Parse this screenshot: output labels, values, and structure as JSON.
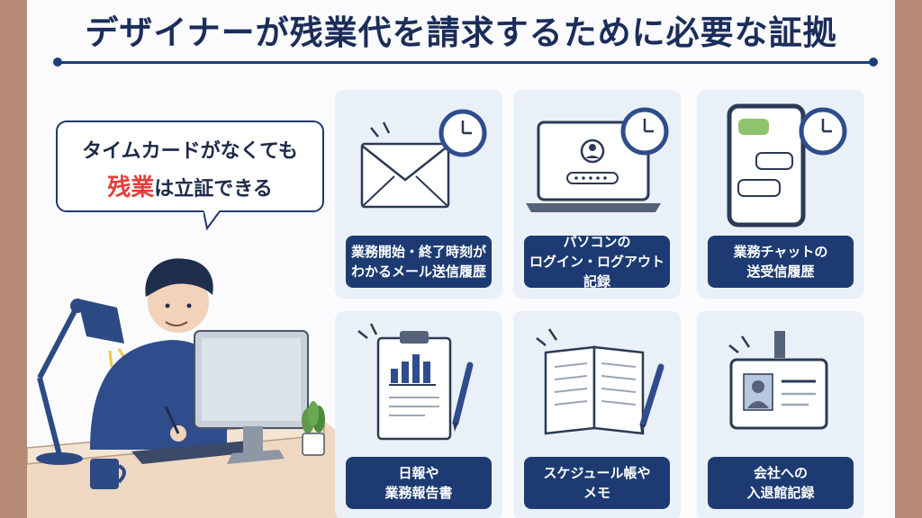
{
  "title": "デザイナーが残業代を請求するために必要な証拠",
  "bubble": {
    "line1": "タイムカードがなくても",
    "line2_accent": "残業",
    "line2_rest": "は立証できる"
  },
  "cards": [
    {
      "line1": "業務開始・終了時刻が",
      "line2": "わかるメール送信履歴",
      "icon": "email-clock-icon"
    },
    {
      "line1": "パソコンの",
      "line2": "ログイン・ログアウト記録",
      "icon": "laptop-login-icon"
    },
    {
      "line1": "業務チャットの",
      "line2": "送受信履歴",
      "icon": "smartphone-chat-icon"
    },
    {
      "line1": "日報や",
      "line2": "業務報告書",
      "icon": "clipboard-report-icon"
    },
    {
      "line1": "スケジュール帳や",
      "line2": "メモ",
      "icon": "notebook-pen-icon"
    },
    {
      "line1": "会社への",
      "line2": "入退館記録",
      "icon": "id-badge-icon"
    }
  ],
  "colors": {
    "navy": "#1d3b72",
    "accent_red": "#e0403d",
    "card_bg": "#eaf0f8",
    "frame": "#b68a74"
  }
}
